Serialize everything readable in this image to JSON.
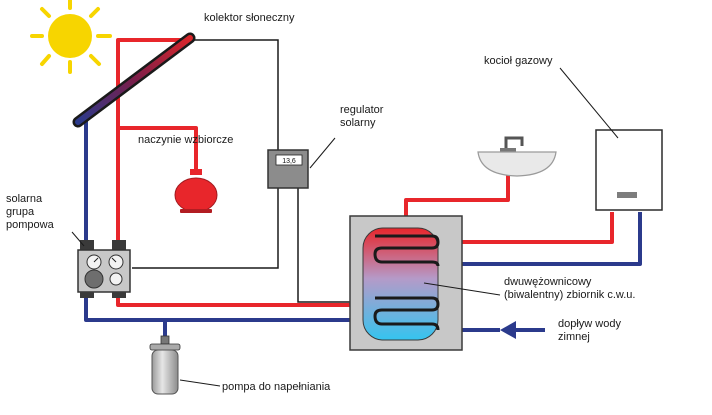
{
  "labels": {
    "collector": "kolektor słoneczny",
    "expansion_vessel": "naczynie wzbiorcze",
    "regulator_line1": "regulator",
    "regulator_line2": "solarny",
    "regulator_display": "13,6",
    "gas_boiler": "kocioł gazowy",
    "pump_group_line1": "solarna",
    "pump_group_line2": "grupa",
    "pump_group_line3": "pompowa",
    "tank_line1": "dwuwężownicowy",
    "tank_line2": "(biwalentny) zbiornik c.w.u.",
    "cold_inflow_line1": "dopływ wody",
    "cold_inflow_line2": "zimnej",
    "fill_pump": "pompa do napełniania"
  },
  "colors": {
    "hot_pipe": "#e8262b",
    "cold_pipe": "#2b3a8c",
    "signal_wire": "#1a1a1a",
    "sun": "#f7d500",
    "tank_top": "#e8262b",
    "tank_bottom": "#35c4ef"
  }
}
